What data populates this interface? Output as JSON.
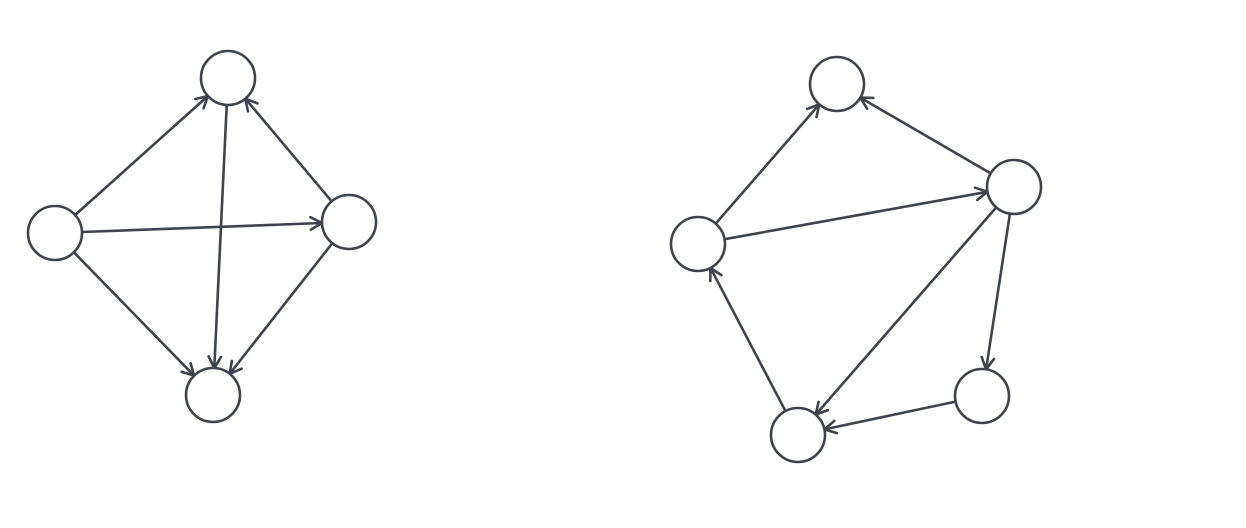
{
  "style": {
    "stroke": "#3f444c",
    "node_fill": "#ffffff",
    "background": "#ffffff"
  },
  "graphs": [
    {
      "id": "graph-a",
      "nodes": [
        "a_top",
        "a_left",
        "a_right",
        "a_bottom"
      ],
      "edges": [
        {
          "from": "a_left",
          "to": "a_top"
        },
        {
          "from": "a_left",
          "to": "a_right"
        },
        {
          "from": "a_left",
          "to": "a_bottom"
        },
        {
          "from": "a_top",
          "to": "a_bottom"
        },
        {
          "from": "a_right",
          "to": "a_top"
        },
        {
          "from": "a_right",
          "to": "a_bottom"
        }
      ]
    },
    {
      "id": "graph-b",
      "nodes": [
        "b_top",
        "b_left",
        "b_right",
        "b_bottom_left",
        "b_bottom_right"
      ],
      "edges": [
        {
          "from": "b_left",
          "to": "b_top"
        },
        {
          "from": "b_right",
          "to": "b_top"
        },
        {
          "from": "b_left",
          "to": "b_right"
        },
        {
          "from": "b_right",
          "to": "b_bottom_left"
        },
        {
          "from": "b_right",
          "to": "b_bottom_right"
        },
        {
          "from": "b_bottom_right",
          "to": "b_bottom_left"
        },
        {
          "from": "b_bottom_left",
          "to": "b_left"
        }
      ]
    }
  ]
}
